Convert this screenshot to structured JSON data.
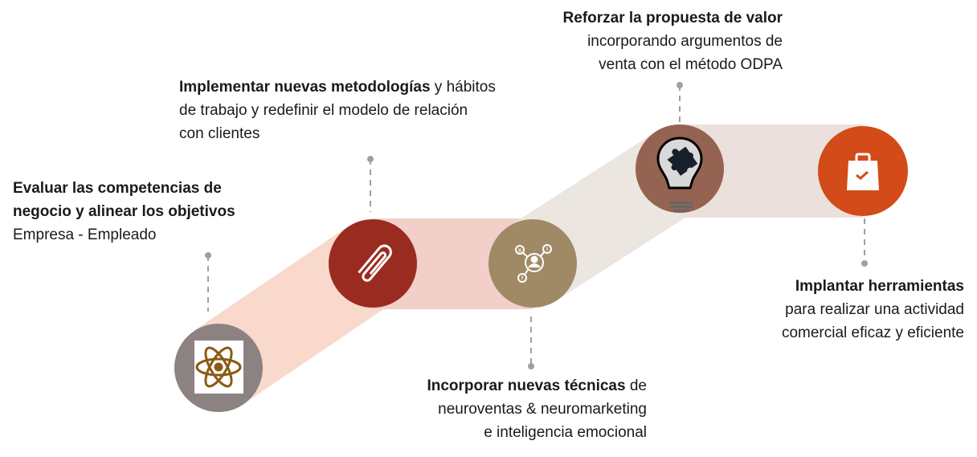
{
  "steps": [
    {
      "bold": "Evaluar las competencias de",
      "bold2": "negocio y alinear los objetivos",
      "text": "Empresa - Empleado",
      "icon": "atom-icon",
      "color": "#8c8282"
    },
    {
      "bold": "Implementar nuevas metodologías",
      "text": " y hábitos",
      "line2": "de trabajo y redefinir el modelo de relación",
      "line3": "con clientes",
      "icon": "paperclip-icon",
      "color": "#9a2b20"
    },
    {
      "bold": "Incorporar nuevas técnicas",
      "text": " de",
      "line2": "neuroventas & neuromarketing",
      "line3": "e inteligencia emocional",
      "icon": "social-network-icon",
      "color": "#a08a66"
    },
    {
      "bold": "Reforzar la propuesta de valor",
      "line2": "incorporando argumentos de",
      "line3": "venta con el método ODPA",
      "icon": "lightbulb-puzzle-icon",
      "color": "#956352"
    },
    {
      "bold": "Implantar herramientas",
      "line2": "para realizar una actividad",
      "line3": "comercial eficaz y eficiente",
      "icon": "shopping-bag-check-icon",
      "color": "#d24b18"
    }
  ],
  "bands": [
    "#f8d9cb",
    "#f2cfc9",
    "#ebe6df",
    "#ebe0dc"
  ],
  "social_letters": [
    "g",
    "t",
    "f"
  ]
}
